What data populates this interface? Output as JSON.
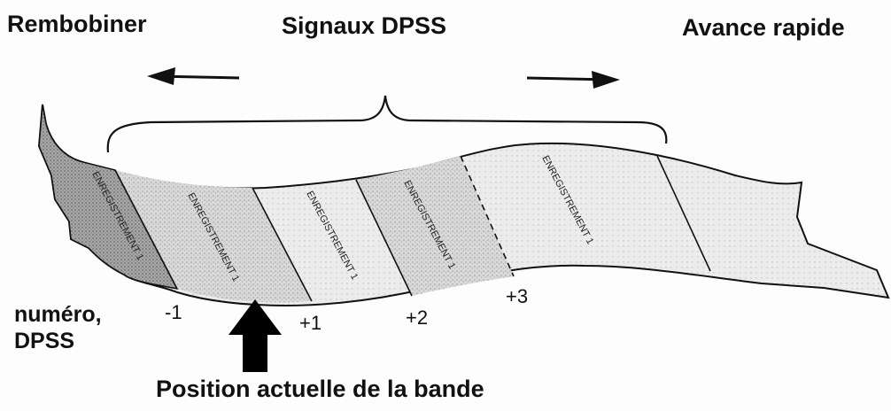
{
  "labels": {
    "rewind": "Rembobiner",
    "dpss_signals": "Signaux DPSS",
    "fast_forward": "Avance rapide",
    "number_line1": "numéro,",
    "number_line2": "DPSS",
    "current_position": "Position actuelle de la bande"
  },
  "segments": [
    {
      "text": "ENREGISTREMENT 1"
    },
    {
      "text": "ENREGISTREMENT 1"
    },
    {
      "text": "ENREGISTREMENT 1"
    },
    {
      "text": "ENREGISTREMENT 1"
    },
    {
      "text": "ENREGISTREMENT 1"
    }
  ],
  "dpss_numbers": [
    "-1",
    "+1",
    "+2",
    "+3"
  ],
  "colors": {
    "ink": "#111111",
    "tape_shade": "#bdbdbd",
    "tape_dark": "#8c8c8c"
  }
}
